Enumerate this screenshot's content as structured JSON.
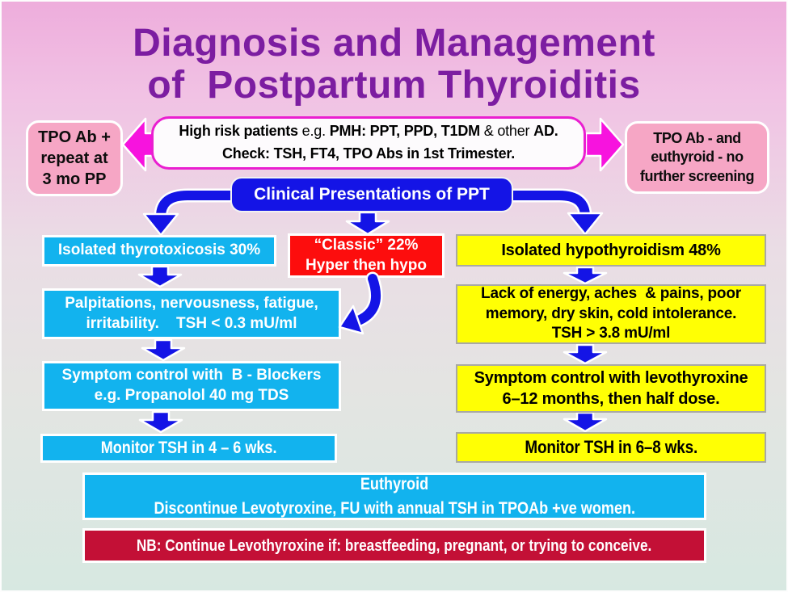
{
  "title": {
    "line1": "Diagnosis and Management",
    "line2": "of  Postpartum Thyroiditis"
  },
  "colors": {
    "background_top": "#eeaddc",
    "background_bottom": "#d7e8e1",
    "title_purple": "#7c1da1",
    "cyan": "#12b3ee",
    "yellow": "#ffff04",
    "red": "#fd0d0d",
    "blue": "#1414e6",
    "magenta": "#f713de",
    "pink": "#f6a6c5",
    "crimson": "#c31036"
  },
  "top_row": {
    "tpo_positive_box": {
      "line1": "TPO Ab +",
      "line2": "repeat at",
      "line3": "3 mo PP"
    },
    "screening_box": {
      "line1_segments": [
        {
          "text": "High risk patients "
        },
        {
          "text": "e.g. "
        },
        {
          "text": "PMH: PPT, PPD, T1DM "
        },
        {
          "text": "& other "
        },
        {
          "text": "AD."
        }
      ],
      "line2": "Check: TSH, FT4, TPO Abs in 1st Trimester."
    },
    "tpo_negative_box": {
      "line1": "TPO Ab - and",
      "line2": "euthyroid - no",
      "line3": "further screening"
    }
  },
  "clinical_box": {
    "label": "Clinical Presentations of PPT"
  },
  "left_column": {
    "box1": "Isolated thyrotoxicosis 30%",
    "box2_line1": "Palpitations, nervousness, fatigue,",
    "box2_line2": "irritability.    TSH < 0.3 mU/ml",
    "box3_line1": "Symptom control with  B - Blockers",
    "box3_line2": "e.g. Propanolol 40 mg TDS",
    "box4": "Monitor TSH in 4 – 6 wks."
  },
  "center_column": {
    "classic_line1": "“Classic” 22%",
    "classic_line2": "Hyper then hypo"
  },
  "right_column": {
    "box1": "Isolated hypothyroidism 48%",
    "box2_line1": "Lack of energy, aches  & pains, poor",
    "box2_line2": "memory, dry skin, cold intolerance.",
    "box2_line3": "TSH > 3.8 mU/ml",
    "box3_line1": "Symptom control with levothyroxine",
    "box3_line2": "6–12 months, then half dose.",
    "box4": "Monitor TSH in 6–8 wks."
  },
  "bottom": {
    "euthyroid_line1": "Euthyroid",
    "euthyroid_line2": "Discontinue Levotyroxine, FU with annual TSH in TPOAb +ve women.",
    "nb_line": "NB: Continue Levothyroxine if: breastfeeding, pregnant, or trying to conceive."
  }
}
